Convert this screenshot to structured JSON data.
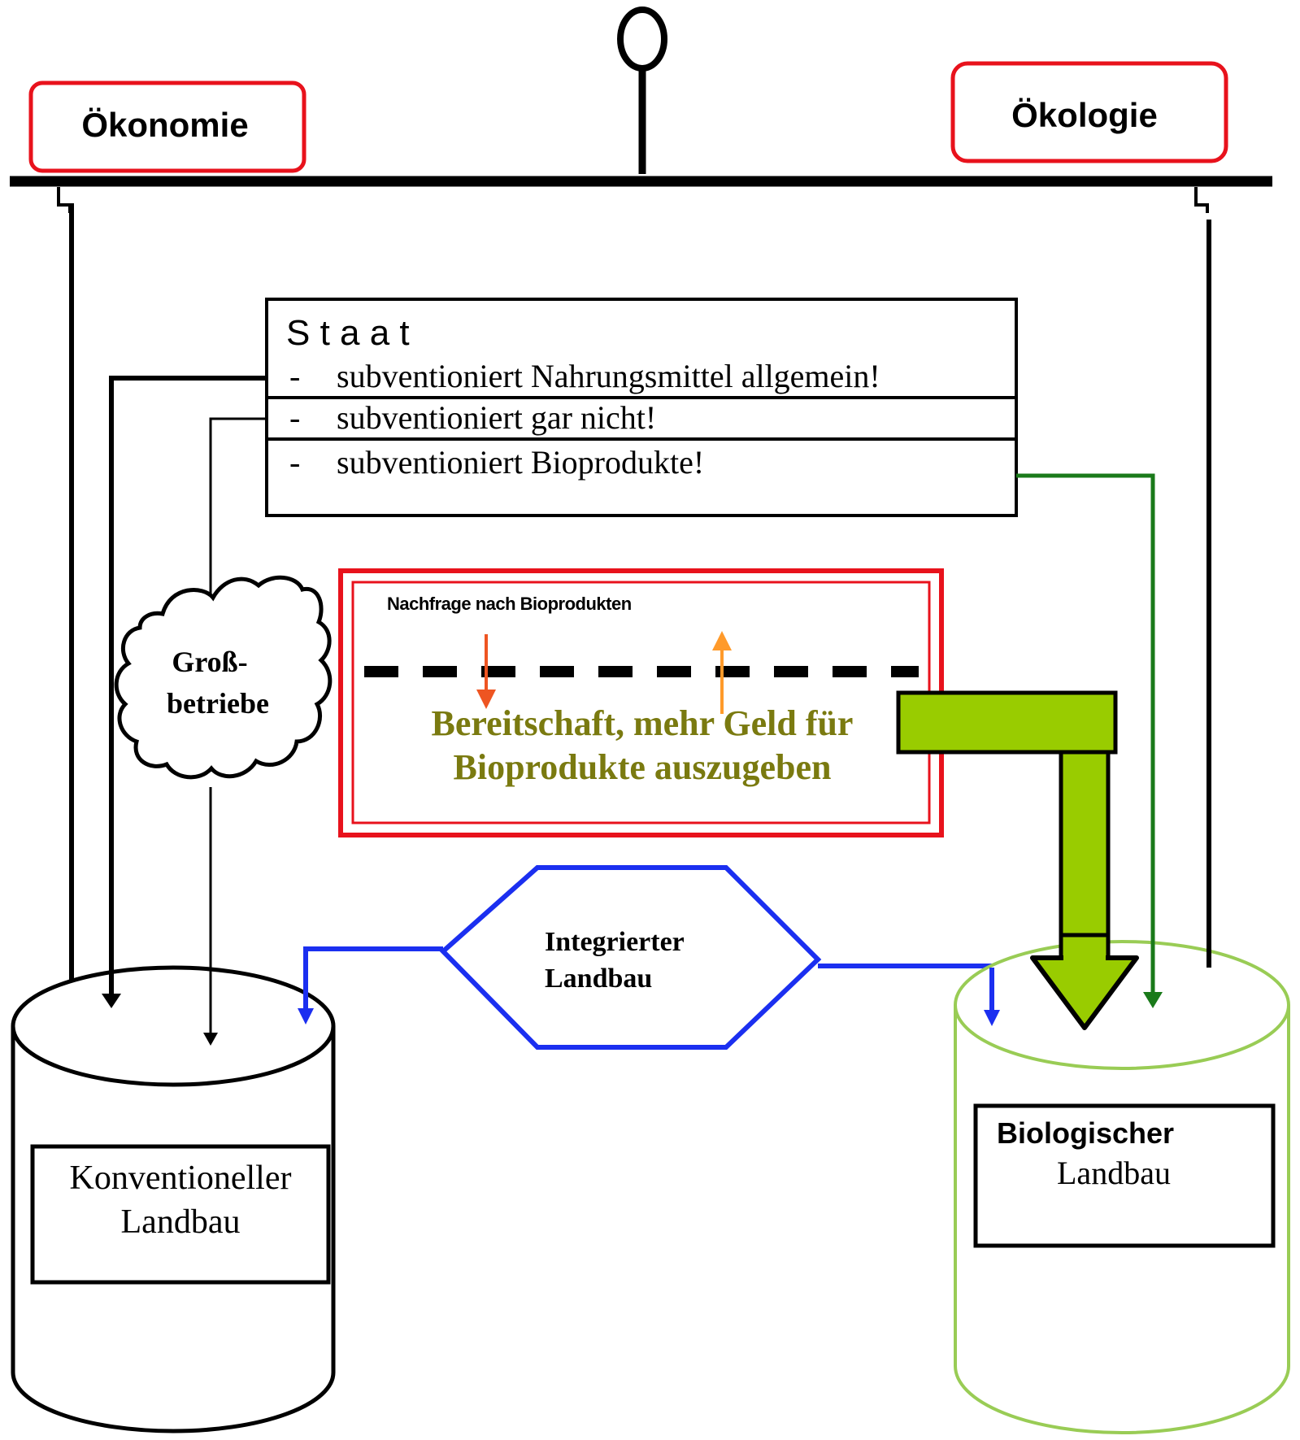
{
  "balance": {
    "left_label": "Ökonomie",
    "right_label": "Ökologie"
  },
  "staat": {
    "title": "S t a a t",
    "bullet": "-",
    "items": [
      "subventioniert Nahrungsmittel allgemein!",
      "subventioniert gar nicht!",
      "subventioniert Bioprodukte!"
    ]
  },
  "cloud_label": [
    "Groß-",
    "betriebe"
  ],
  "demand": {
    "small_label": "Nachfrage nach Bioprodukten",
    "text_lines": [
      "Bereitschaft, mehr Geld für",
      "Bioprodukte auszugeben"
    ]
  },
  "hexagon_label": [
    "Integrierter",
    "Landbau"
  ],
  "cylinder_left_label": [
    "Konventioneller",
    "Landbau"
  ],
  "cylinder_right_label": [
    "Biologischer",
    "Landbau"
  ],
  "colors": {
    "red": "#e8121c",
    "blue": "#1b2ff0",
    "dark_green": "#1a7a1a",
    "lime": "#99cc00",
    "light_green": "#99cc55",
    "olive_text": "#7a7a10",
    "orange_arrow": "#ff9a2a",
    "red_arrow": "#ee5522"
  }
}
